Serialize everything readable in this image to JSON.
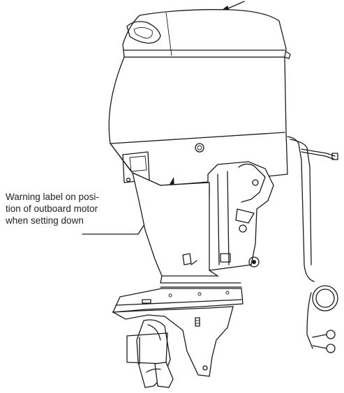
{
  "callouts": {
    "warning_label": {
      "lines": [
        "Warning label on posi-",
        "tion of outboard motor",
        "when setting down"
      ]
    }
  },
  "colors": {
    "ink": "#1a1a1a",
    "background": "#ffffff"
  }
}
